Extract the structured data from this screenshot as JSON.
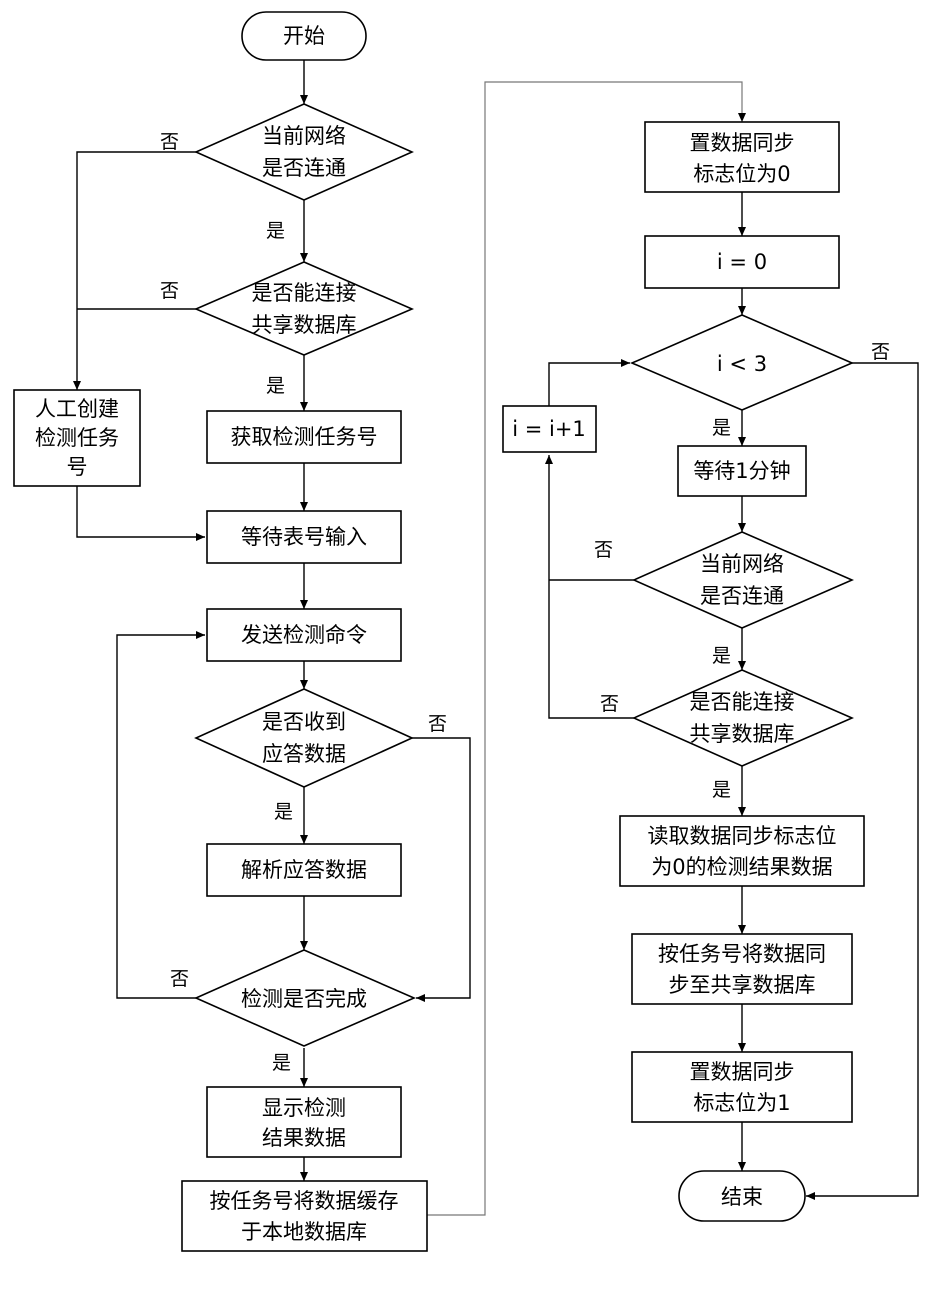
{
  "nodes": {
    "start": "开始",
    "net1": [
      "当前网络",
      "是否连通"
    ],
    "db1": [
      "是否能连接",
      "共享数据库"
    ],
    "manual": [
      "人工创建",
      "检测任务",
      "号"
    ],
    "get_task": "获取检测任务号",
    "wait_input": "等待表号输入",
    "send_cmd": "发送检测命令",
    "recv": [
      "是否收到",
      "应答数据"
    ],
    "parse": "解析应答数据",
    "done": "检测是否完成",
    "show": [
      "显示检测",
      "结果数据"
    ],
    "cache": [
      "按任务号将数据缓存",
      "于本地数据库"
    ],
    "flag0": [
      "置数据同步",
      "标志位为0"
    ],
    "i0": "i  = 0",
    "ilt3": "i < 3",
    "iinc": "i = i+1",
    "wait1": "等待1分钟",
    "net2": [
      "当前网络",
      "是否连通"
    ],
    "db2": [
      "是否能连接",
      "共享数据库"
    ],
    "read": [
      "读取数据同步标志位",
      "为0的检测结果数据"
    ],
    "sync": [
      "按任务号将数据同",
      "步至共享数据库"
    ],
    "flag1": [
      "置数据同步",
      "标志位为1"
    ],
    "end": "结束"
  },
  "labels": {
    "yes": "是",
    "no": "否"
  }
}
